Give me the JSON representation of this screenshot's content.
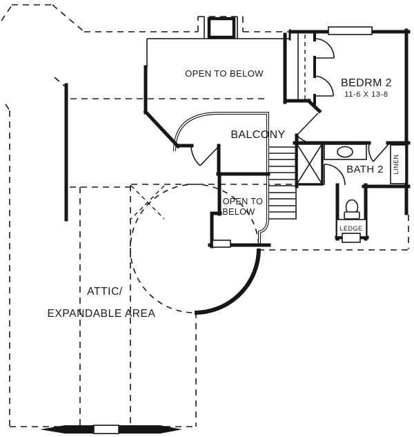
{
  "colors": {
    "ink": "#161616",
    "paper": "#ffffff"
  },
  "plan": {
    "labels": {
      "open_to_below_top": "OPEN TO BELOW",
      "bedroom2_name": "BEDRM 2",
      "bedroom2_dims": "11-6 X 13-8",
      "balcony": "BALCONY",
      "bath2": "BATH 2",
      "linen": "LINEN",
      "open_to_below_mid_1": "OPEN TO",
      "open_to_below_mid_2": "BELOW",
      "ledge": "LEDGE",
      "attic_1": "ATTIC/",
      "attic_2": "EXPANDABLE AREA"
    }
  }
}
